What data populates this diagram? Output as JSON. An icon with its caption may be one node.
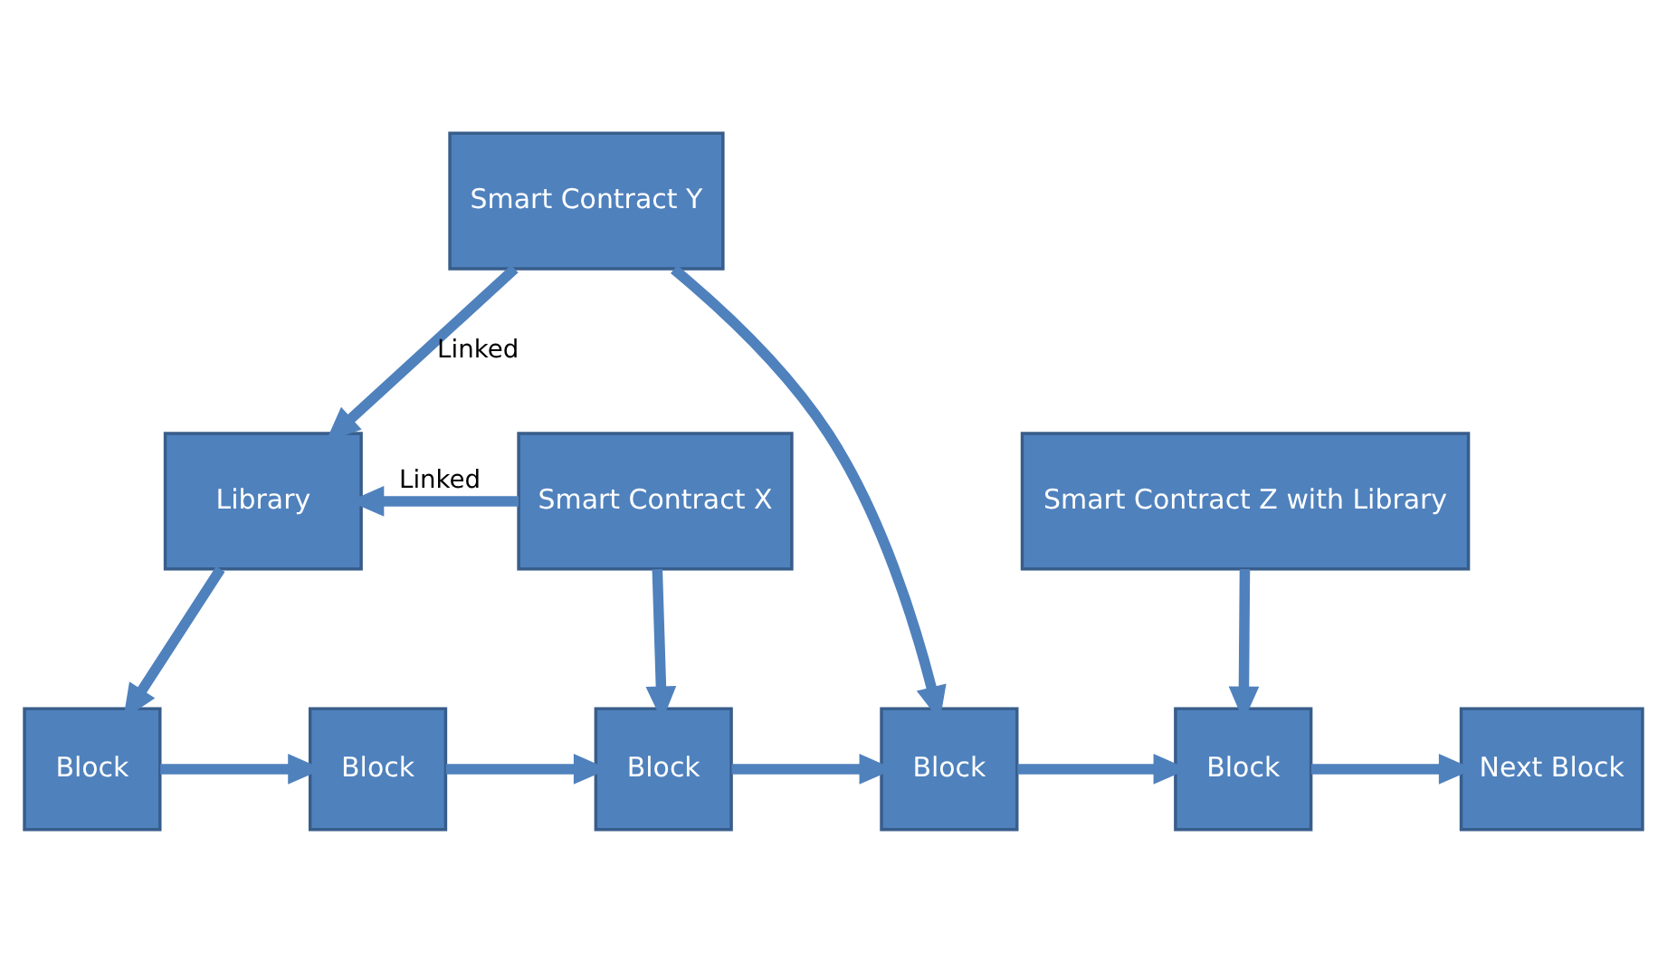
{
  "diagram": {
    "nodes": [
      {
        "text": [
          "Smart Contract Y"
        ]
      },
      {
        "text": [
          "Library"
        ]
      },
      {
        "text": [
          "Smart Contract X"
        ]
      },
      {
        "text": [
          "Smart Contract Z with Library"
        ]
      },
      {
        "text": [
          "Block"
        ]
      },
      {
        "text": [
          "Block"
        ]
      },
      {
        "text": [
          "Block"
        ]
      },
      {
        "text": [
          "Block"
        ]
      },
      {
        "text": [
          "Block"
        ]
      },
      {
        "text": [
          "Next Block"
        ]
      }
    ],
    "edges": [
      {
        "from": 0,
        "to": 1,
        "arrow": "to",
        "label": "Linked"
      },
      {
        "from": 2,
        "to": 1,
        "arrow": "to",
        "label": "Linked"
      },
      {
        "from": 1,
        "to": 4,
        "arrow": "to"
      },
      {
        "from": 2,
        "to": 6,
        "arrow": "to"
      },
      {
        "from": 0,
        "to": 7,
        "arrow": "to"
      },
      {
        "from": 3,
        "to": 8,
        "arrow": "to"
      },
      {
        "from": 4,
        "to": 5,
        "arrow": "to"
      },
      {
        "from": 5,
        "to": 6,
        "arrow": "to"
      },
      {
        "from": 6,
        "to": 7,
        "arrow": "to"
      },
      {
        "from": 7,
        "to": 8,
        "arrow": "to"
      },
      {
        "from": 8,
        "to": 9,
        "arrow": "to"
      }
    ]
  }
}
